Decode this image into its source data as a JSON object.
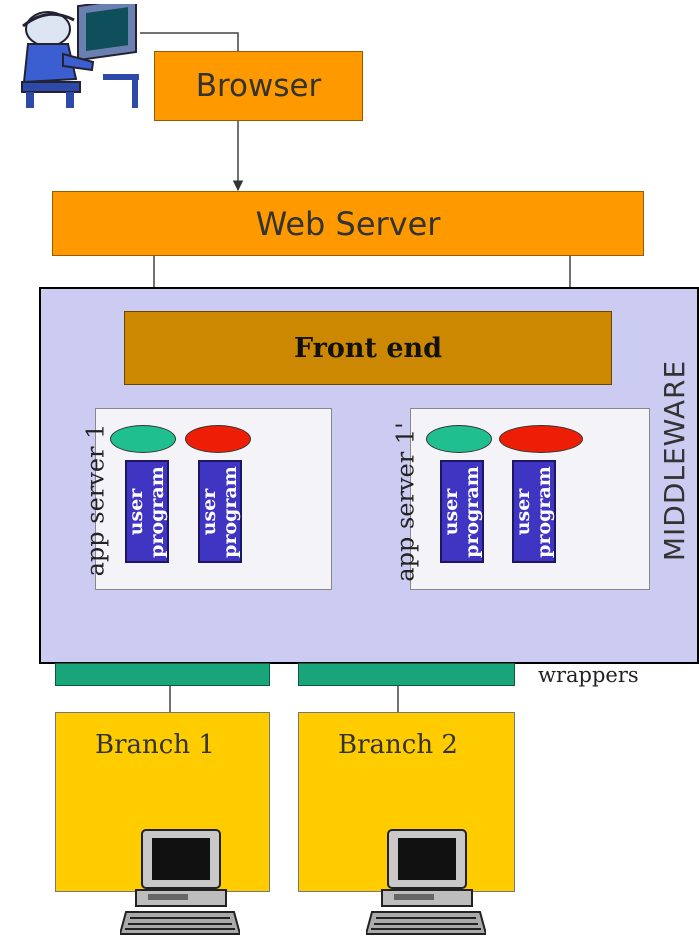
{
  "browser": "Browser",
  "web_server": "Web Server",
  "front_end": "Front end",
  "middleware": "MIDDLEWARE",
  "app_server_1": "app server 1",
  "app_server_1b": "app server 1'",
  "user_program": [
    "user",
    "program"
  ],
  "wrappers": "wrappers",
  "branch_1": "Branch 1",
  "branch_2": "Branch 2",
  "colors": {
    "orange": "#ff9900",
    "front_end": "#cc8800",
    "middleware_bg": "#ccccf2",
    "green": "#1fbf90",
    "red": "#ee1e06",
    "user_program": "#3f35c2",
    "wrapper": "#19a57a",
    "branch": "#ffcc00"
  }
}
